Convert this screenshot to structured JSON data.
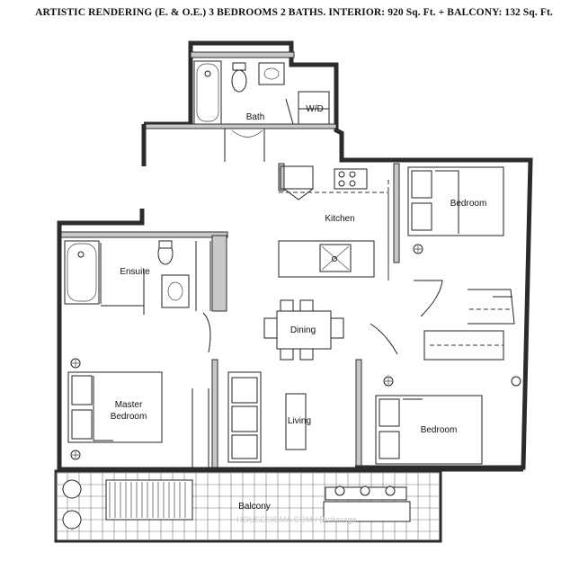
{
  "title": "ARTISTIC RENDERING (E. & O.E.) 3 BEDROOMS 2 BATHS.  INTERIOR: 920 Sq. Ft. + BALCONY: 132 Sq. Ft.",
  "rooms": {
    "bath": "Bath",
    "wd": "W/D",
    "kitchen": "Kitchen",
    "bedroom_top": "Bedroom",
    "ensuite": "Ensuite",
    "dining": "Dining",
    "master_line1": "Master",
    "master_line2": "Bedroom",
    "living": "Living",
    "bedroom_bottom": "Bedroom",
    "balcony": "Balcony"
  },
  "watermark": "HOUSESIGMA.COM / Brokerage"
}
